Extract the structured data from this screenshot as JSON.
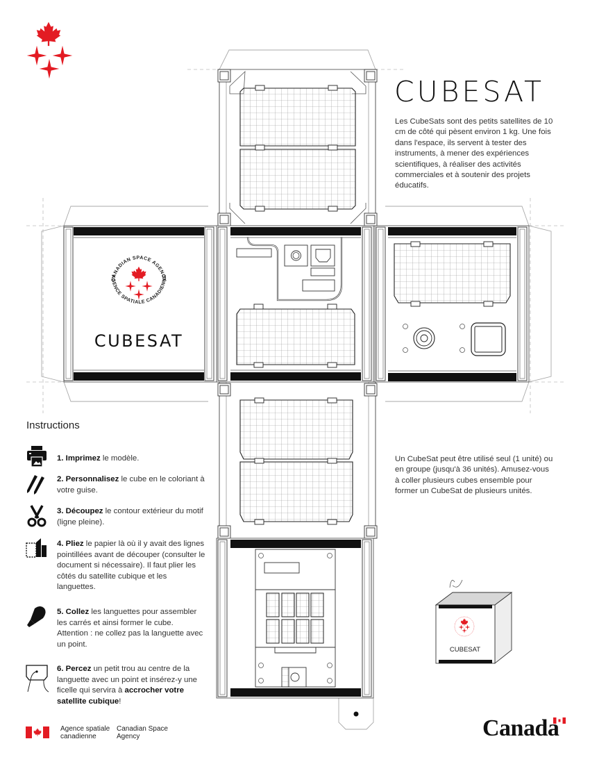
{
  "header": {
    "title": "CUBESAT",
    "intro": "Les CubeSats sont des petits satellites de 10 cm de côté qui pèsent environ 1 kg. Une fois dans l'espace, ils servent à tester des instruments, à mener des expériences scientifiques, à réaliser des activités commerciales et à soutenir des projets éducatifs."
  },
  "net": {
    "front_face_title": "CUBESAT",
    "seal_text_top": "CANADIAN SPACE AGENCY",
    "seal_text_bottom": "AGENCE SPATIALE CANADIENNE"
  },
  "multi_unit": {
    "text": "Un CubeSat peut être utilisé seul (1 unité) ou en groupe (jusqu'à 36 unités). Amusez-vous à coller plusieurs cubes ensemble pour former un CubeSat de plusieurs unités."
  },
  "preview": {
    "label": "CUBESAT"
  },
  "instructions": {
    "heading": "Instructions",
    "steps": [
      {
        "num": "1.",
        "bold": "Imprimez",
        "rest": " le modèle.",
        "icon": "printer-icon"
      },
      {
        "num": "2.",
        "bold": "Personnalisez",
        "rest": " le cube en le coloriant à votre guise.",
        "icon": "pencils-icon"
      },
      {
        "num": "3.",
        "bold": "Découpez",
        "rest": " le contour extérieur du motif (ligne pleine).",
        "icon": "scissors-icon"
      },
      {
        "num": "4.",
        "bold": "Pliez",
        "rest": " le papier là où il y avait des lignes pointillées avant de découper (consulter le document si nécessaire). Il faut plier les côtés du satellite cubique et les languettes.",
        "icon": "fold-icon"
      },
      {
        "num": "5.",
        "bold": "Collez",
        "rest": " les languettes pour assembler les carrés et ainsi former le cube. Attention : ne collez pas la languette avec un point.",
        "icon": "glue-icon"
      },
      {
        "num": "6.",
        "bold": "Percez",
        "rest": " un petit trou au centre de la languette avec un point et insérez-y une ficelle qui servira à ",
        "bold2": "accrocher votre satellite cubique",
        "rest2": "!",
        "icon": "hanging-tab-icon"
      }
    ]
  },
  "footer": {
    "agency_fr_line1": "Agence spatiale",
    "agency_fr_line2": "canadienne",
    "agency_en_line1": "Canadian Space",
    "agency_en_line2": "Agency",
    "wordmark": "Canada"
  },
  "colors": {
    "brand_red": "#e31b23",
    "ink": "#111111",
    "grid": "#9a9a9a"
  }
}
